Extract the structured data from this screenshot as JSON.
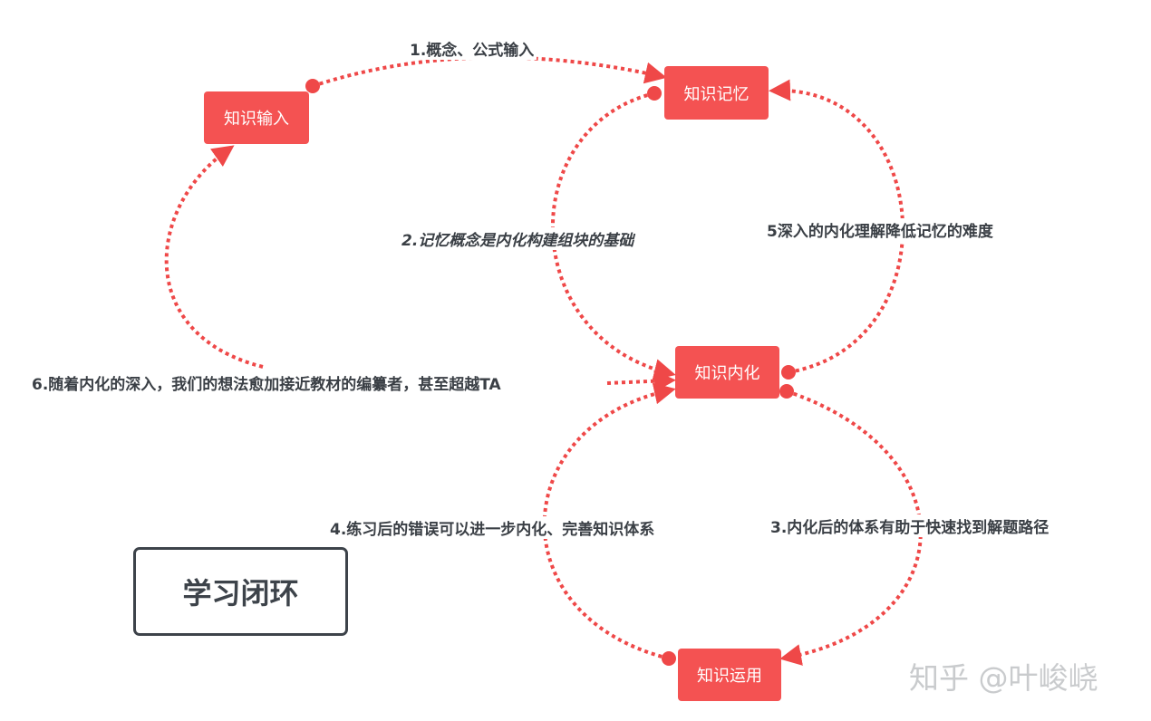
{
  "nodes": {
    "input": "知识输入",
    "memory": "知识记忆",
    "internalize": "知识内化",
    "apply": "知识运用"
  },
  "edges": {
    "e1": "1.概念、公式输入",
    "e2": "2.记忆概念是内化构建组块的基础",
    "e3": "3.内化后的体系有助于快速找到解题路径",
    "e4": "4.练习后的错误可以进一步内化、完善知识体系",
    "e5": "5深入的内化理解降低记忆的难度",
    "e6": "6.随着内化的深入，我们的想法愈加接近教材的编纂者，甚至超越TA"
  },
  "title": "学习闭环",
  "watermark": "知乎 @叶峻峣",
  "colors": {
    "node": "#f45252",
    "edge": "#ef4848",
    "text": "#3a3f45"
  }
}
